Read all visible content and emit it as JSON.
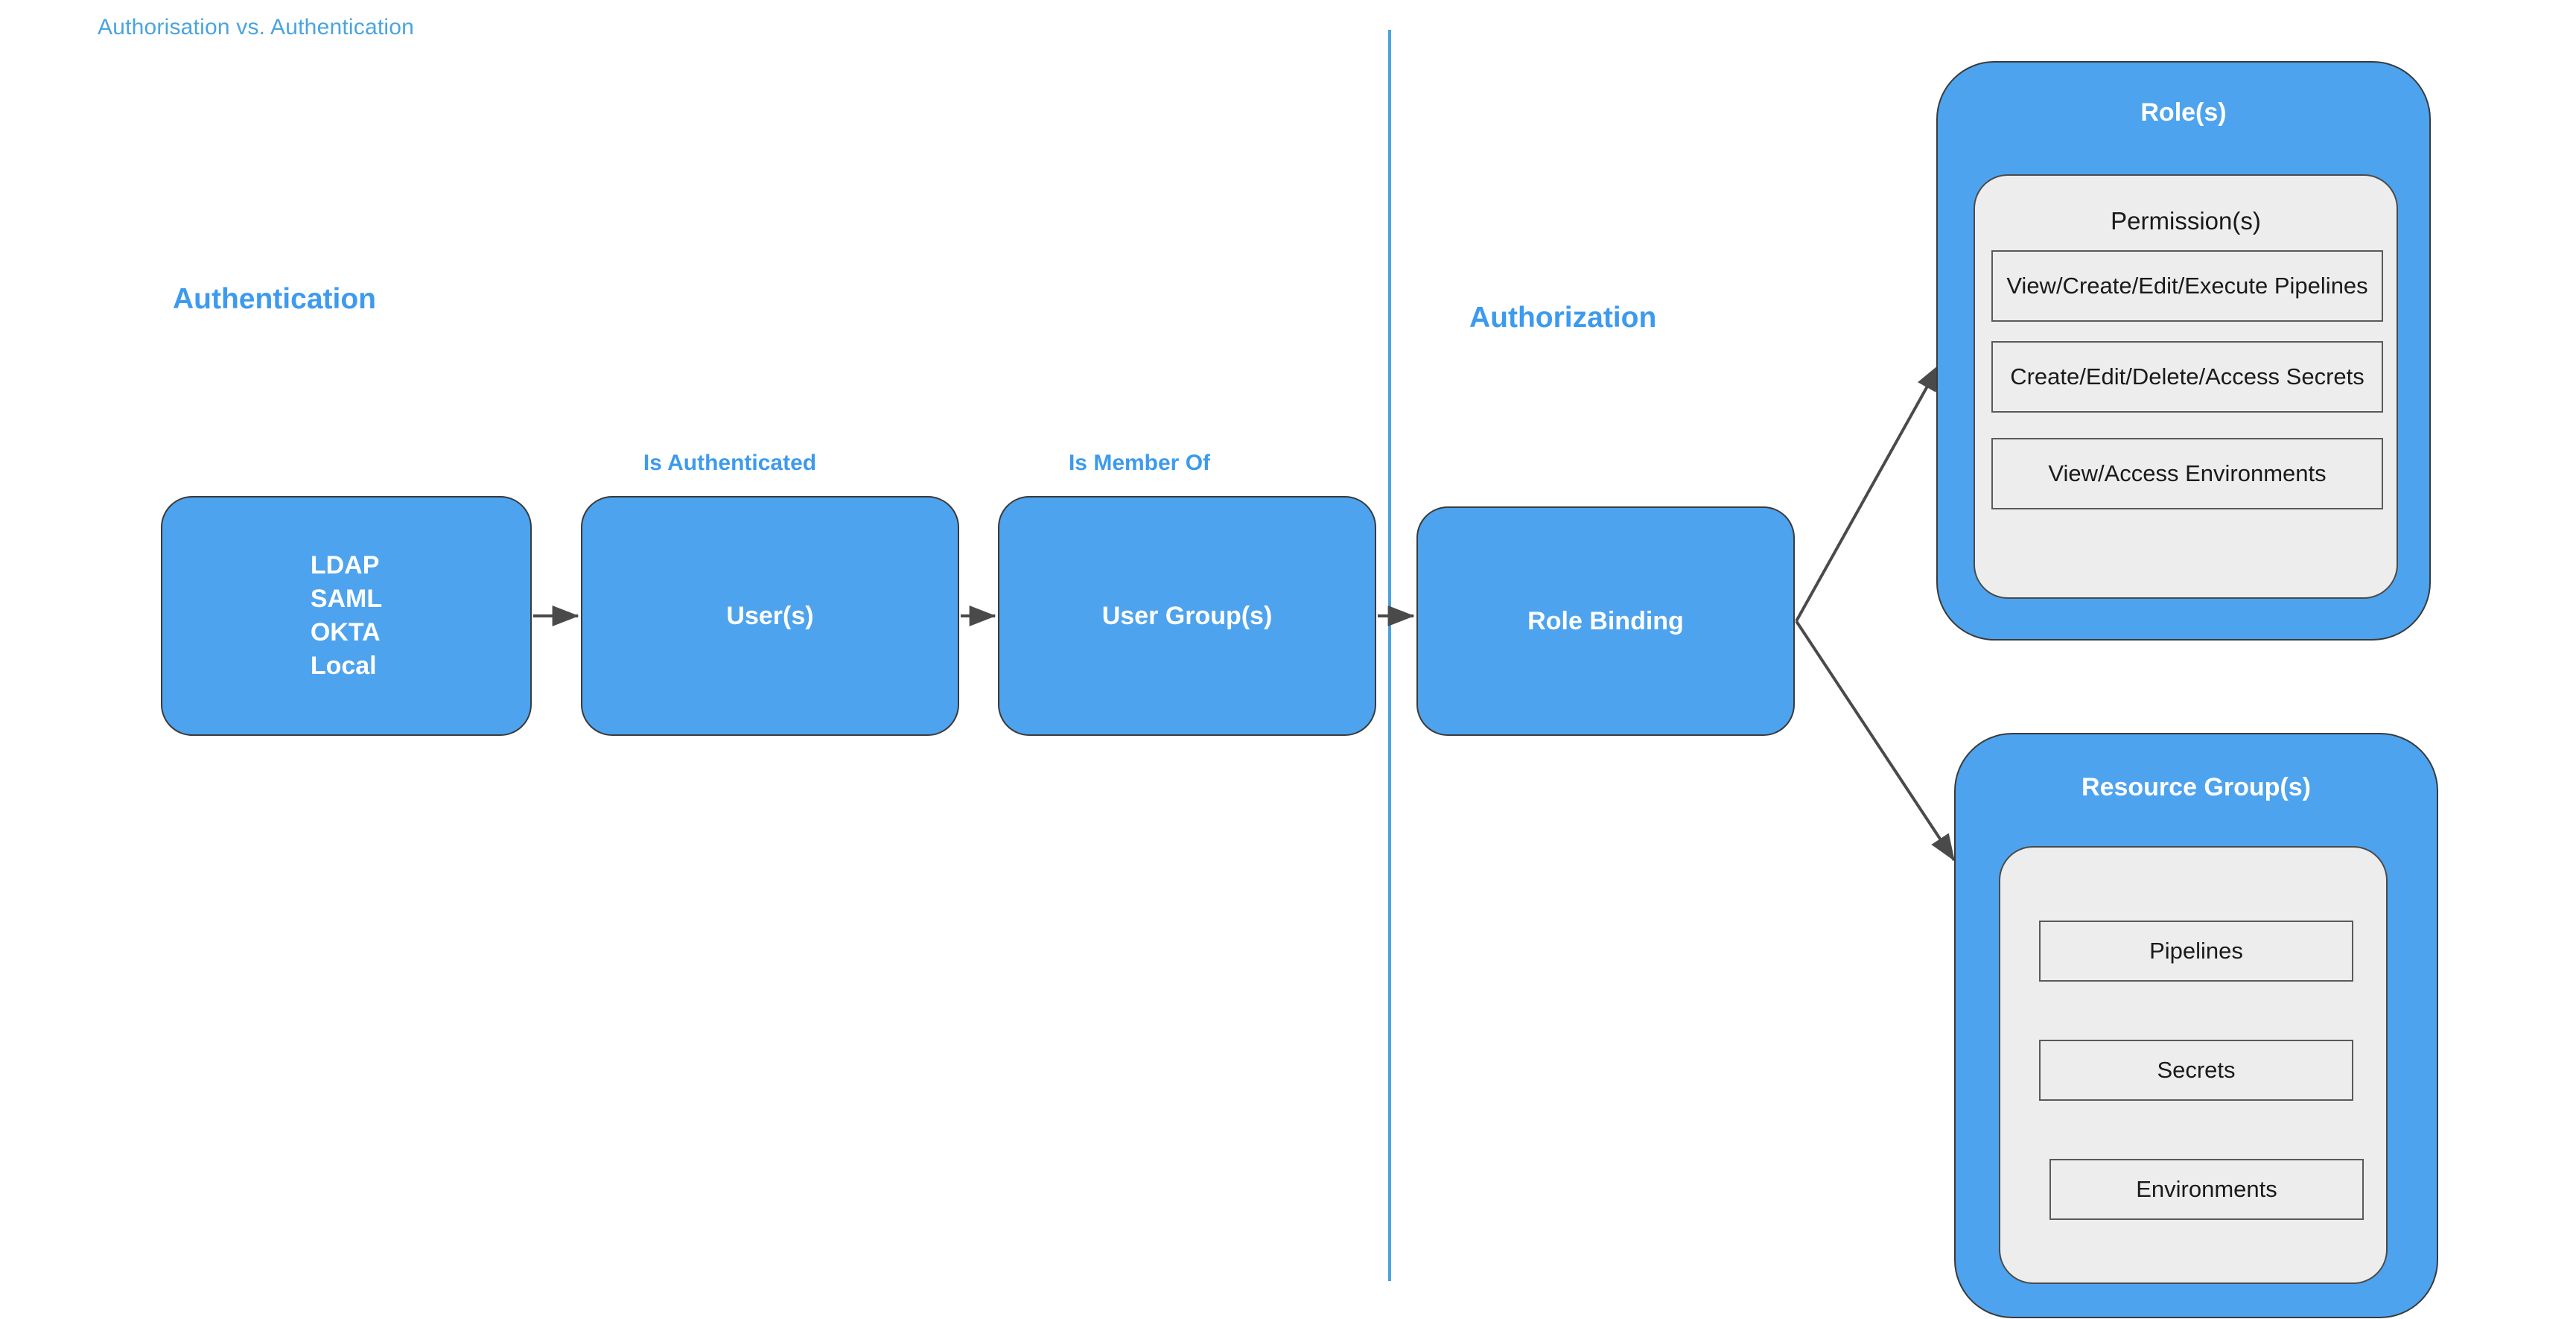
{
  "title": "Authorisation vs. Authentication",
  "colors": {
    "accent_blue": "#3D9AEE",
    "title_blue": "#49A5DF",
    "box_fill": "#4DA3EE",
    "box_stroke": "#3a3a3a",
    "panel_fill": "#EDEDED",
    "divider": "#4BA3DE",
    "arrow": "#4a4a4a",
    "text_dark": "#1a1a1a",
    "text_light": "#ffffff"
  },
  "sections": {
    "authentication": "Authentication",
    "authorization": "Authorization"
  },
  "edge_labels": {
    "is_authenticated": "Is Authenticated",
    "is_member_of": "Is Member Of"
  },
  "flow": {
    "identity_providers": "LDAP\nSAML\nOKTA\nLocal",
    "users": "User(s)",
    "user_groups": "User Group(s)",
    "role_binding": "Role Binding"
  },
  "roles_card": {
    "title": "Role(s)",
    "panel_title": "Permission(s)",
    "permissions": [
      "View/Create/Edit/Execute Pipelines",
      "Create/Edit/Delete/Access Secrets",
      "View/Access Environments"
    ]
  },
  "resource_groups_card": {
    "title": "Resource Group(s)",
    "resources": [
      "Pipelines",
      "Secrets",
      "Environments"
    ]
  }
}
